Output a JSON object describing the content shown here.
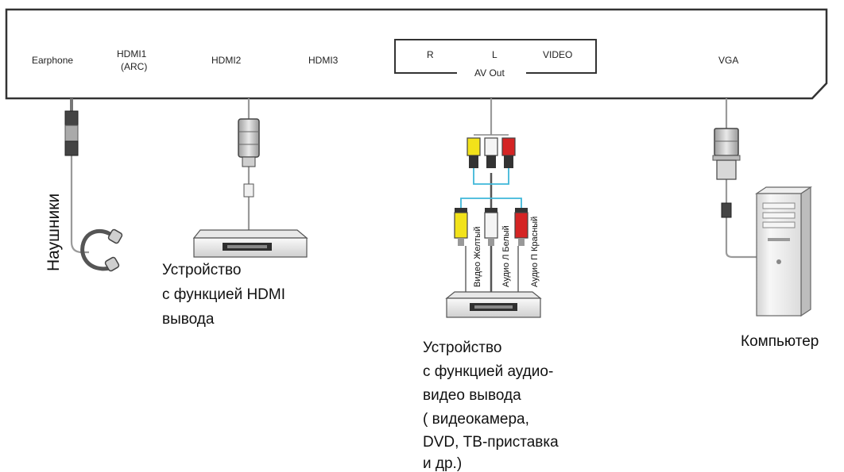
{
  "panel": {
    "ports": {
      "earphone": "Earphone",
      "hdmi1_line1": "HDMI1",
      "hdmi1_line2": "(ARC)",
      "hdmi2": "HDMI2",
      "hdmi3": "HDMI3",
      "r": "R",
      "l": "L",
      "video": "VIDEO",
      "av_out": "AV Out",
      "vga": "VGA"
    }
  },
  "devices": {
    "headphones": {
      "label": "Наушники"
    },
    "hdmi_device": {
      "lines": [
        "Устройство",
        "с функцией HDMI",
        "вывода"
      ]
    },
    "av_device": {
      "lines": [
        "Устройство",
        "с функцией аудио-",
        "видео вывода",
        "( видеокамера,",
        "DVD, ТВ-приставка",
        "и др.)"
      ],
      "cable_labels": [
        "Видео Желтый",
        "Аудио Л Белый",
        "Аудио П Красный"
      ]
    },
    "computer": {
      "label": "Компьютер"
    }
  },
  "colors": {
    "yellow": "#f2e21a",
    "white": "#f4f4f4",
    "red": "#d42424",
    "cyan_wire": "#3fb7d9"
  }
}
